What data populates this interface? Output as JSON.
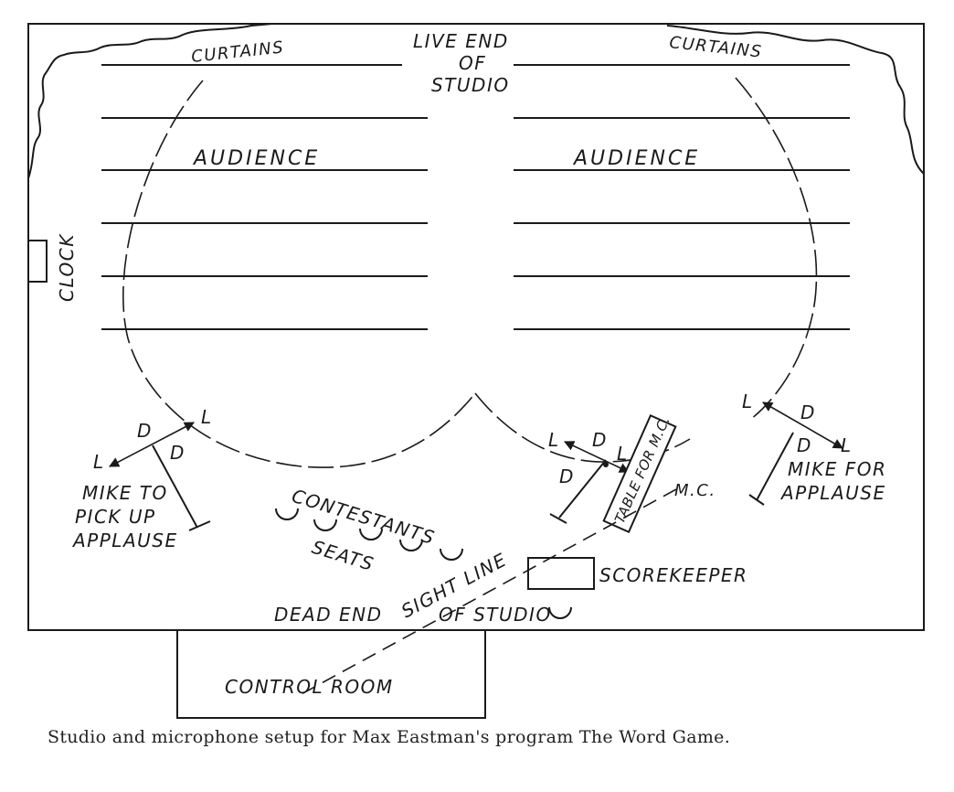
{
  "labels": {
    "curtains_left": "CURTAINS",
    "curtains_right": "CURTAINS",
    "live_end_1": "LIVE END",
    "live_end_2": "OF",
    "live_end_3": "STUDIO",
    "audience_left": "AUDIENCE",
    "audience_right": "AUDIENCE",
    "clock": "CLOCK",
    "mike_left_1": "MIKE TO",
    "mike_left_2": "PICK UP",
    "mike_left_3": "APPLAUSE",
    "mike_right_1": "MIKE FOR",
    "mike_right_2": "APPLAUSE",
    "contestants": "CONTESTANTS",
    "seats": "SEATS",
    "table": "TABLE FOR M.C.",
    "mc": "M.C.",
    "scorekeeper": "SCOREKEEPER",
    "dead_end": "DEAD END",
    "sight_line": "SIGHT LINE",
    "of_studio": "OF STUDIO",
    "control_room": "CONTROL ROOM",
    "live": "L",
    "dead": "D"
  },
  "caption": "Studio and microphone setup for Max Eastman's program The Word Game."
}
